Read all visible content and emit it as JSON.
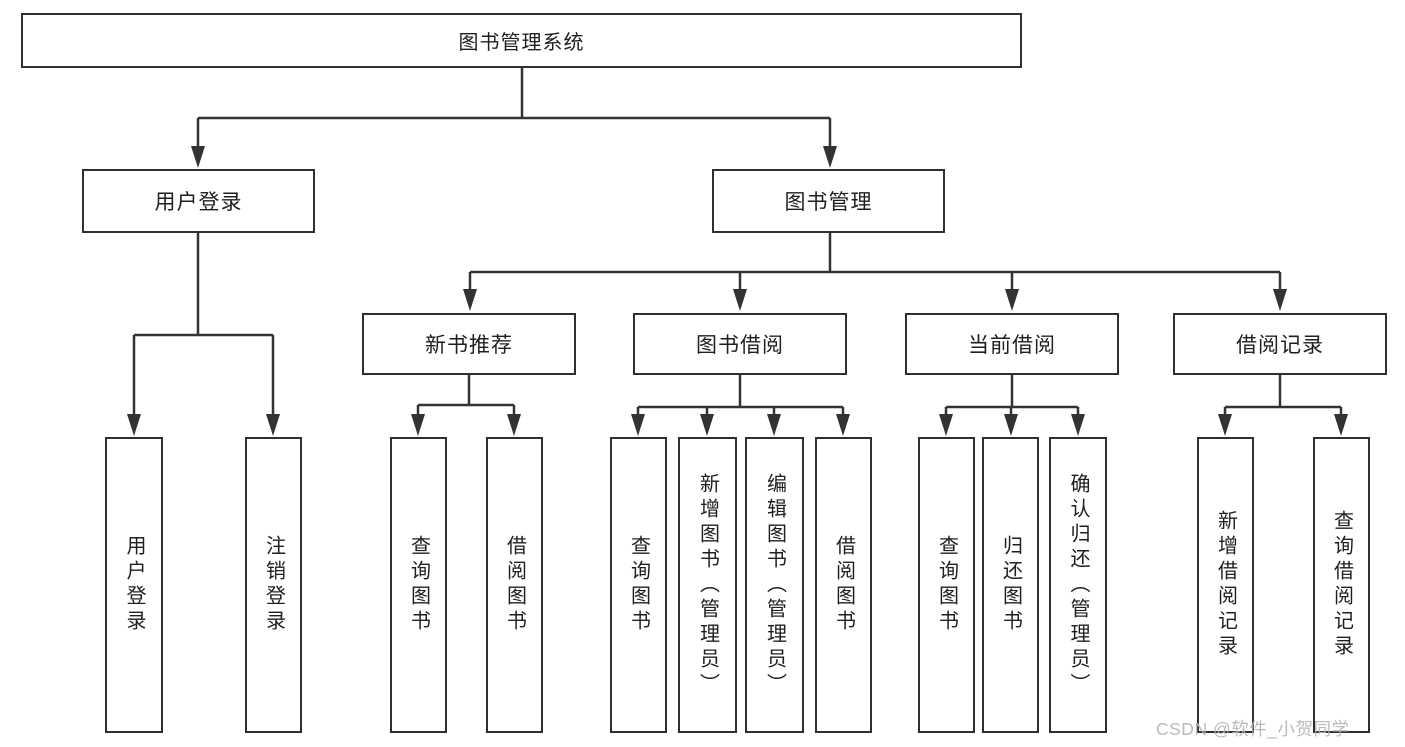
{
  "diagram": {
    "root": {
      "label": "图书管理系统"
    },
    "level1": [
      {
        "label": "用户登录"
      },
      {
        "label": "图书管理"
      }
    ],
    "login_children": [
      {
        "label": "用户登录"
      },
      {
        "label": "注销登录"
      }
    ],
    "level2": [
      {
        "label": "新书推荐"
      },
      {
        "label": "图书借阅"
      },
      {
        "label": "当前借阅"
      },
      {
        "label": "借阅记录"
      }
    ],
    "newbook_children": [
      {
        "label": "查询图书"
      },
      {
        "label": "借阅图书"
      }
    ],
    "borrow_children": [
      {
        "label": "查询图书"
      },
      {
        "label": "新增图书（管理员）"
      },
      {
        "label": "编辑图书（管理员）"
      },
      {
        "label": "借阅图书"
      }
    ],
    "current_children": [
      {
        "label": "查询图书"
      },
      {
        "label": "归还图书"
      },
      {
        "label": "确认归还（管理员）"
      }
    ],
    "record_children": [
      {
        "label": "新增借阅记录"
      },
      {
        "label": "查询借阅记录"
      }
    ]
  },
  "watermark": {
    "text": "CSDN @软件_小贺同学"
  },
  "colors": {
    "line": "#333333",
    "box_border": "#2f2f2f",
    "background": "#ffffff",
    "watermark_gray": "#b3b3b3"
  }
}
